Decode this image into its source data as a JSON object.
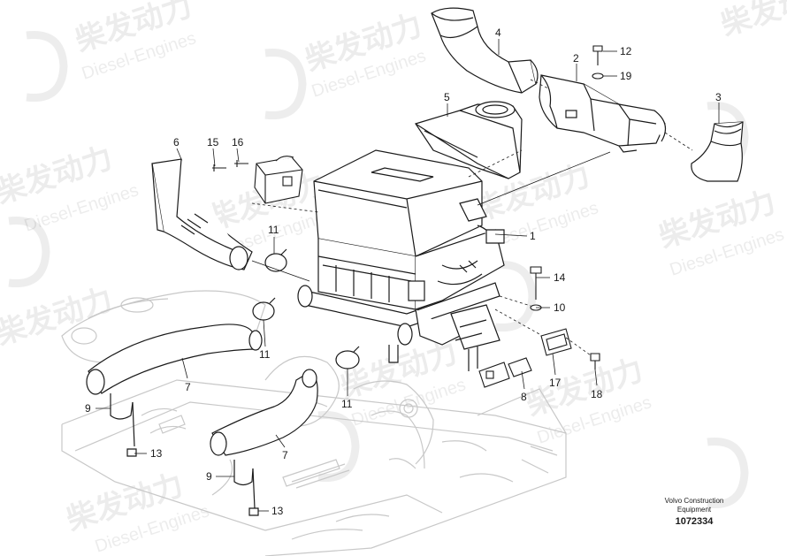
{
  "watermark": {
    "cn": "柴发动力",
    "en": "Diesel-Engines"
  },
  "callouts": [
    {
      "id": "c4",
      "label": "4"
    },
    {
      "id": "c12",
      "label": "12"
    },
    {
      "id": "c2",
      "label": "2"
    },
    {
      "id": "c19",
      "label": "19"
    },
    {
      "id": "c5",
      "label": "5"
    },
    {
      "id": "c3",
      "label": "3"
    },
    {
      "id": "c6",
      "label": "6"
    },
    {
      "id": "c15",
      "label": "15"
    },
    {
      "id": "c16",
      "label": "16"
    },
    {
      "id": "c1",
      "label": "1"
    },
    {
      "id": "c11a",
      "label": "11"
    },
    {
      "id": "c14",
      "label": "14"
    },
    {
      "id": "c10",
      "label": "10"
    },
    {
      "id": "c11b",
      "label": "11"
    },
    {
      "id": "c11c",
      "label": "11"
    },
    {
      "id": "c7a",
      "label": "7"
    },
    {
      "id": "c8",
      "label": "8"
    },
    {
      "id": "c17",
      "label": "17"
    },
    {
      "id": "c18",
      "label": "18"
    },
    {
      "id": "c9a",
      "label": "9"
    },
    {
      "id": "c13a",
      "label": "13"
    },
    {
      "id": "c7b",
      "label": "7"
    },
    {
      "id": "c9b",
      "label": "9"
    },
    {
      "id": "c13b",
      "label": "13"
    }
  ],
  "credit": {
    "line1": "Volvo Construction",
    "line2": "Equipment",
    "id": "1072334"
  },
  "colors": {
    "line": "#1a1a1a",
    "ghost": "#c8c8c8",
    "fill": "#ffffff",
    "shade": "#e6e6e6"
  }
}
